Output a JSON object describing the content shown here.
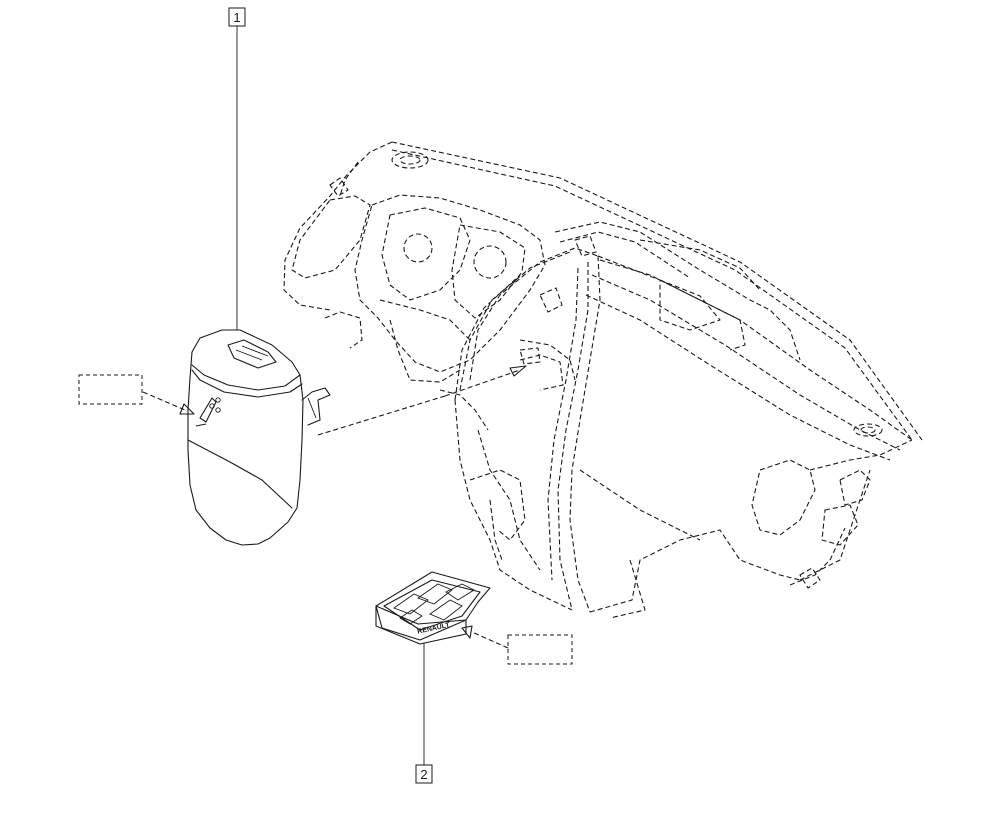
{
  "callouts": [
    {
      "number": "1"
    },
    {
      "number": "2"
    }
  ],
  "vent_brand_text": "RENAULT"
}
